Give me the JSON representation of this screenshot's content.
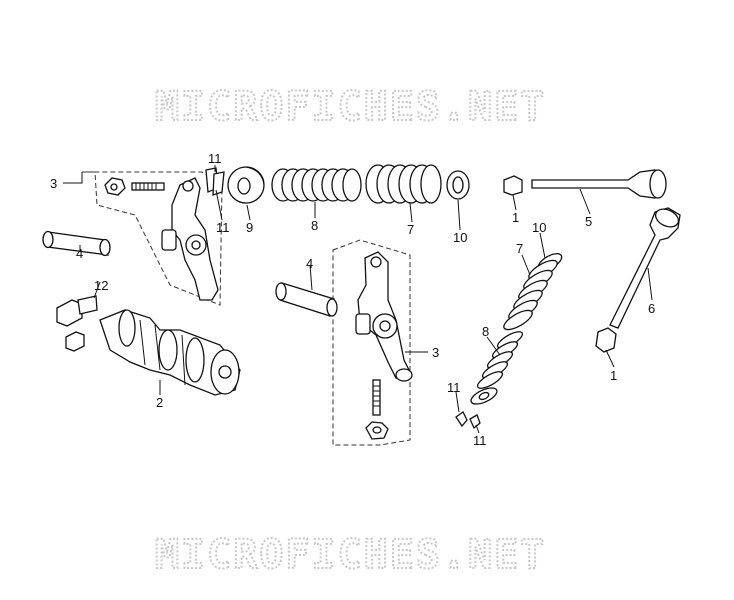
{
  "watermark": {
    "top": "MICROFICHES.NET",
    "bottom": "MICROFICHES.NET"
  },
  "callouts": {
    "c1a": "1",
    "c1b": "1",
    "c2": "2",
    "c3a": "3",
    "c3b": "3",
    "c4a": "4",
    "c4b": "4",
    "c5": "5",
    "c6": "6",
    "c7a": "7",
    "c7b": "7",
    "c8a": "8",
    "c8b": "8",
    "c9": "9",
    "c10a": "10",
    "c10b": "10",
    "c11a": "11",
    "c11b": "11",
    "c11c": "11",
    "c11d": "11",
    "c12": "12"
  }
}
